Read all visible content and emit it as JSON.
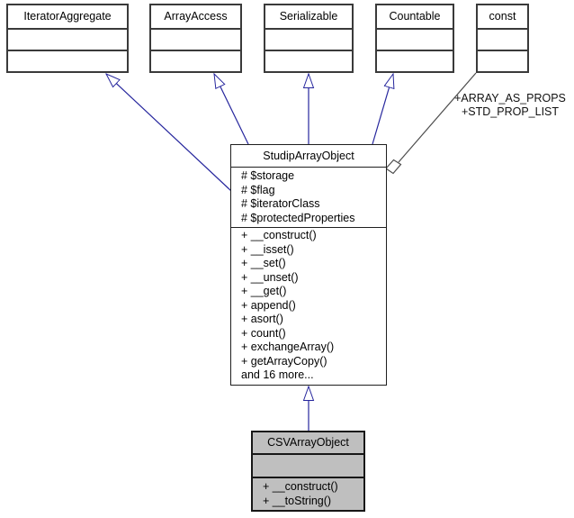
{
  "diagram": {
    "interfaces": [
      {
        "name": "IteratorAggregate"
      },
      {
        "name": "ArrayAccess"
      },
      {
        "name": "Serializable"
      },
      {
        "name": "Countable"
      },
      {
        "name": "const"
      }
    ],
    "edge_label": {
      "line1": "+ARRAY_AS_PROPS",
      "line2": "+STD_PROP_LIST"
    },
    "main_class": {
      "name": "StudipArrayObject",
      "attributes": [
        "# $storage",
        "# $flag",
        "# $iteratorClass",
        "# $protectedProperties"
      ],
      "methods": [
        "+ __construct()",
        "+ __isset()",
        "+ __set()",
        "+ __unset()",
        "+ __get()",
        "+ append()",
        "+ asort()",
        "+ count()",
        "+ exchangeArray()",
        "+ getArrayCopy()",
        "and 16 more..."
      ]
    },
    "derived_class": {
      "name": "CSVArrayObject",
      "methods": [
        "+ __construct()",
        "+ __toString()"
      ]
    },
    "colors": {
      "inheritance_edge": "#26269d",
      "usage_edge": "#4c4c4c",
      "node_border": "#3a3a3a",
      "selected_fill": "#bfbfbf",
      "node_fill": "#ffffff"
    }
  }
}
